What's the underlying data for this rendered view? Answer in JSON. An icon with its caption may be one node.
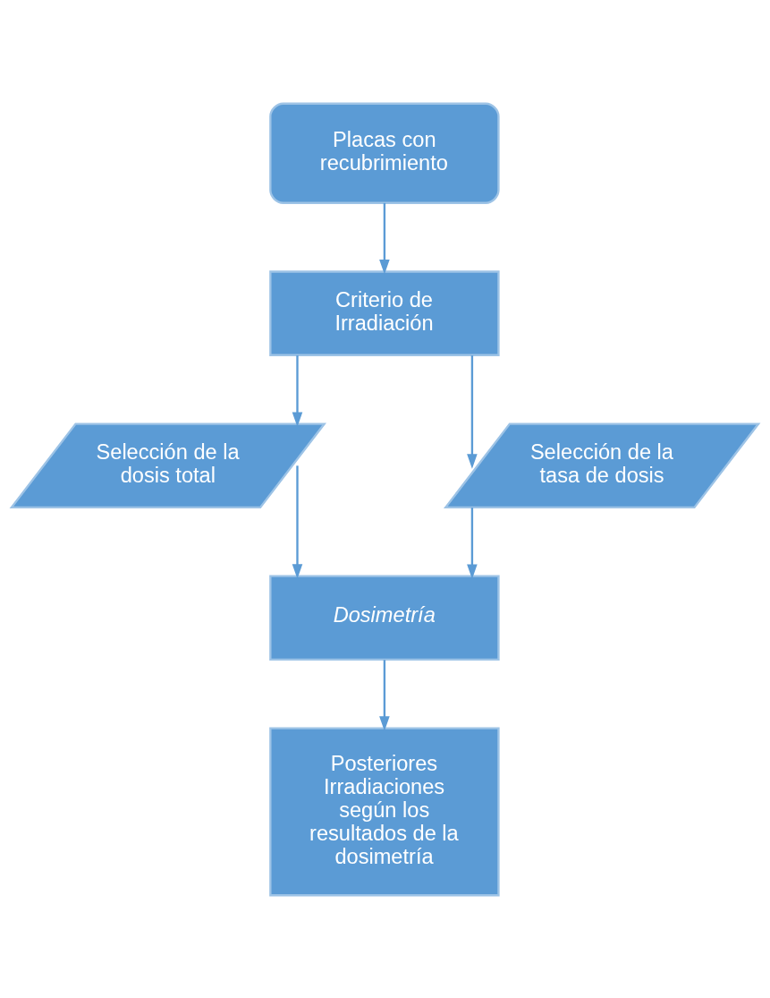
{
  "diagram": {
    "nodes": [
      {
        "text": [
          "Placas con recubrimiento"
        ]
      },
      {
        "text": [
          "Criterio de Irradiación"
        ]
      },
      {
        "text": [
          "Selección de la dosis total"
        ]
      },
      {
        "text": [
          "Selección de la tasa de dosis"
        ]
      },
      {
        "text": [
          "Dosimetría"
        ]
      },
      {
        "text": [
          "Posteriores Irradiaciones según los resultados de la dosimetría"
        ]
      }
    ],
    "edges": [
      {
        "from": 0,
        "to": 1,
        "arrow": "to"
      },
      {
        "from": 1,
        "to": 2,
        "arrow": "to"
      },
      {
        "from": 1,
        "to": 3,
        "arrow": "to"
      },
      {
        "from": 2,
        "to": 4,
        "arrow": "to"
      },
      {
        "from": 3,
        "to": 4,
        "arrow": "to"
      },
      {
        "from": 4,
        "to": 5,
        "arrow": "to"
      }
    ]
  }
}
